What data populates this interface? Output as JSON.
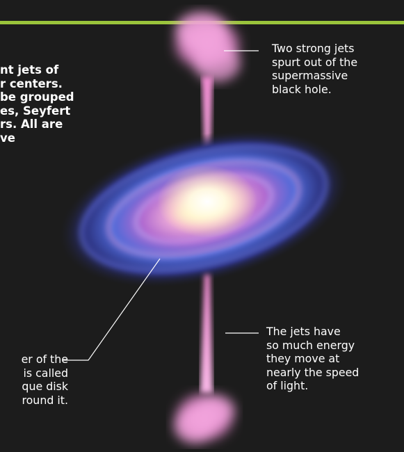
{
  "intro_text": "nt jets of\nr centers.\nbe grouped\nes, Seyfert\nrs. All are\nve",
  "annotation_top": "Two strong jets\nspurt out of the\nsupermassive\nblack hole.",
  "annotation_right": "The jets have\nso much energy\nthey move at\nnearly the speed\nof light.",
  "annotation_left": "er of the\nis called\nque disk\nround it.",
  "colors": {
    "background": "#1c1c1c",
    "accent_bar": "#9ac43b",
    "jet": "#f3a8df",
    "galaxy_core": "#fffbe6",
    "galaxy_arm": "#5a6fd8"
  }
}
